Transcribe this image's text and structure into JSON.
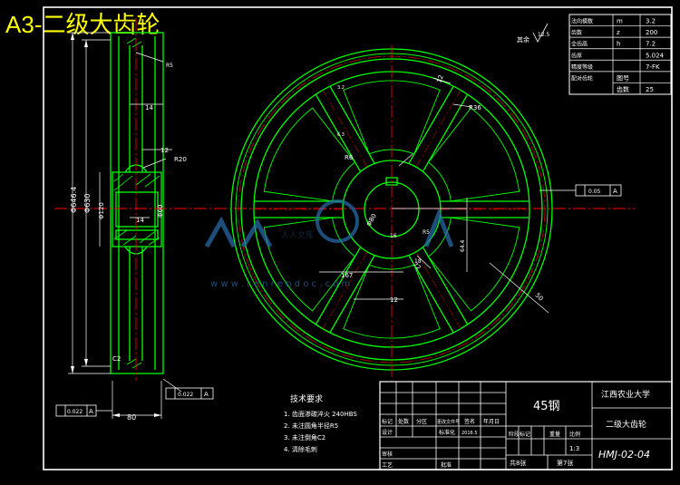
{
  "title": "A3-二级大齿轮",
  "colors": {
    "background": "#000000",
    "outline": "#00ff00",
    "dimension": "#ffffff",
    "centerline": "#ff0000",
    "border": "#ffffff",
    "title": "#ffff00",
    "watermark": "#2a6fb0"
  },
  "watermark": {
    "logo_text": "人人文库",
    "url": "w w w . r e n r e n d o c . c o m"
  },
  "params_table": [
    {
      "label": "法向模数",
      "symbol": "m",
      "value": "3.2"
    },
    {
      "label": "齿数",
      "symbol": "z",
      "value": "200"
    },
    {
      "label": "全齿高",
      "symbol": "h",
      "value": "7.2"
    },
    {
      "label": "齿厚",
      "symbol": "",
      "value": "5.024"
    },
    {
      "label": "精度等级",
      "symbol": "",
      "value": "7-FK"
    },
    {
      "label": "配对齿轮",
      "symbol": "图号",
      "value": ""
    },
    {
      "label": "",
      "symbol": "齿数",
      "value": "25"
    }
  ],
  "roughness": {
    "label": "其余",
    "value": "12.5"
  },
  "tech_requirements": {
    "heading": "技术要求",
    "items": [
      "1. 齿面渗碳淬火 240HBS",
      "2. 未注圆角半径R5",
      "3. 未注倒角C2",
      "4. 清除毛刺"
    ]
  },
  "title_block": {
    "material": "45钢",
    "school": "江西农业大学",
    "part_name": "二级大齿轮",
    "drawing_no": "HMJ-02-04",
    "scale": "1:3",
    "sheets_total": "共8张",
    "sheet_no": "第7张",
    "header_cells": [
      "标记",
      "处数",
      "分区",
      "更改文件号",
      "签名",
      "年月日"
    ],
    "row_design": [
      "设计",
      "标准化"
    ],
    "row_check": "审核",
    "row_process": "工艺",
    "row_approve": "批准",
    "stage_labels": [
      "阶段标记",
      "重量",
      "比例"
    ],
    "date": "2016.5"
  },
  "side_view": {
    "dims": {
      "outer_dia": "Φ646.4",
      "root_dia": "Φ630",
      "hub_dia": "Φ120",
      "bore": "Φ60",
      "face_width": "80",
      "rim_thk": "14",
      "web_thk": "12",
      "web_to_hub": "14",
      "chamfer": "C2",
      "runout_a": "0.022",
      "runout_b": "0.022",
      "datum": "A",
      "round": "R20",
      "r5": "R5"
    }
  },
  "front_view": {
    "dims": {
      "hub_od": "Φ80",
      "keyway": "64.4",
      "web_width": "18",
      "keyway_w": "16",
      "spoke_len": "167",
      "hole_r": "R36",
      "spoke_w": "12",
      "spoke_w2": "12",
      "spoke_r": "R6",
      "hole_dist": "72",
      "rim_dim": "50",
      "sym": "0.05",
      "sym_datum": "A",
      "rough_a": "3.2",
      "rough_b": "6.3",
      "r_small": "R5"
    }
  }
}
